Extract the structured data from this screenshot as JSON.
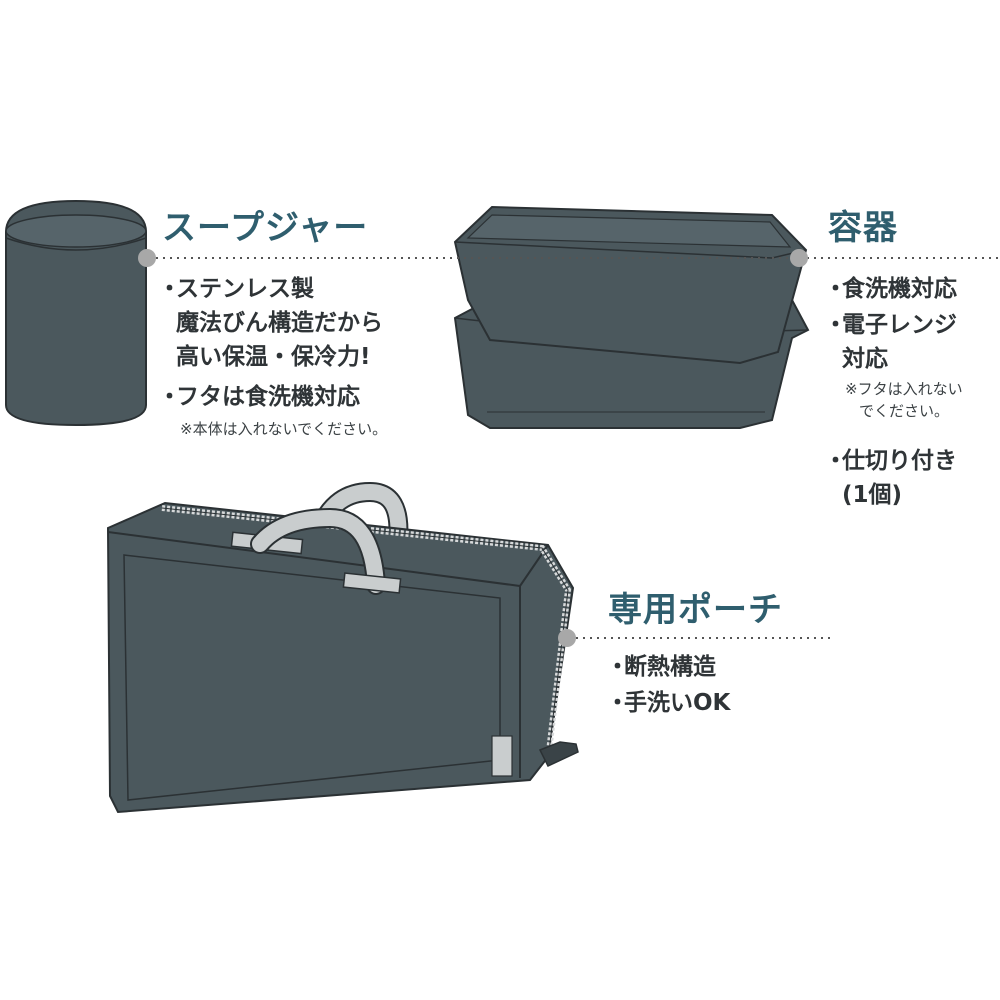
{
  "colors": {
    "product": "#4b585d",
    "outline": "#2b3134",
    "accent": "#2f5e6e",
    "connector": "#a8a8a8"
  },
  "soup_jar": {
    "title": "スープジャー",
    "features": [
      {
        "lines": [
          "ステンレス製",
          "魔法びん構造だから",
          "高い保温・保冷力!"
        ]
      },
      {
        "lines": [
          "フタは食洗機対応"
        ]
      }
    ],
    "note": "※本体は入れないでください。"
  },
  "container": {
    "title": "容器",
    "features": [
      {
        "lines": [
          "食洗機対応"
        ]
      },
      {
        "lines": [
          "電子レンジ",
          "対応"
        ]
      },
      {
        "lines": [
          "仕切り付き",
          "(1個)"
        ]
      }
    ],
    "note_lines": [
      "※フタは入れない",
      "でください。"
    ]
  },
  "pouch": {
    "title": "専用ポーチ",
    "features": [
      {
        "lines": [
          "断熱構造"
        ]
      },
      {
        "lines": [
          "手洗いOK"
        ]
      }
    ]
  }
}
